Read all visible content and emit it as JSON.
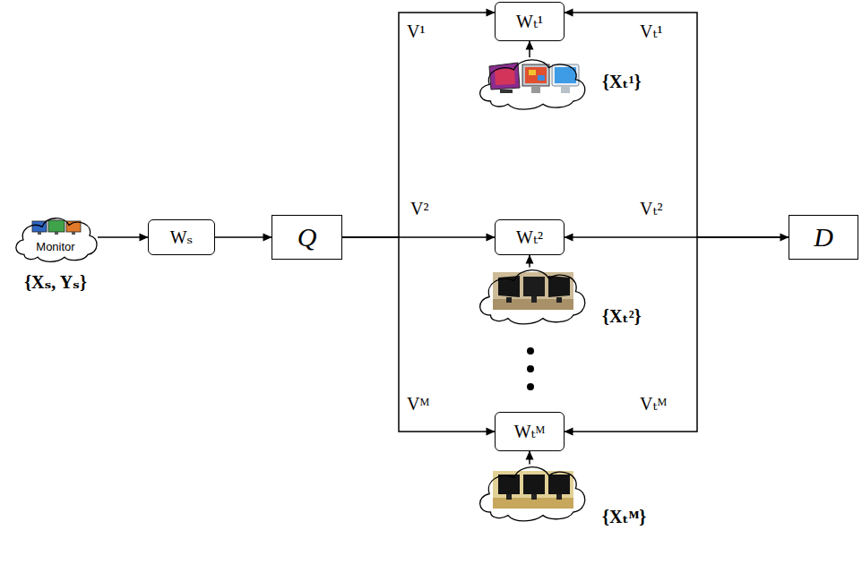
{
  "diagram": {
    "nodes": [
      {
        "text": [
          "Monitor",
          "{Xₛ, Yₛ}"
        ]
      },
      {
        "text": [
          "Wₛ"
        ]
      },
      {
        "text": [
          "Q"
        ]
      },
      {
        "text": [
          "Wₜ¹"
        ]
      },
      {
        "text": [
          "{Xₜ¹}"
        ]
      },
      {
        "text": [
          "Wₜ²"
        ]
      },
      {
        "text": [
          "{Xₜ²}"
        ]
      },
      {
        "text": [
          "Wₜᴹ"
        ]
      },
      {
        "text": [
          "{Xₜᴹ}"
        ]
      },
      {
        "text": [
          "D"
        ]
      }
    ],
    "edges": [
      {
        "from": 0,
        "to": 1,
        "arrow": "to"
      },
      {
        "from": 1,
        "to": 2,
        "arrow": "to"
      },
      {
        "from": 2,
        "to": 3,
        "label": "V¹",
        "arrow": "to"
      },
      {
        "from": 2,
        "to": 5,
        "label": "V²",
        "arrow": "to"
      },
      {
        "from": 2,
        "to": 7,
        "label": "Vᴹ",
        "arrow": "to"
      },
      {
        "from": 4,
        "to": 3,
        "arrow": "to"
      },
      {
        "from": 6,
        "to": 5,
        "arrow": "to"
      },
      {
        "from": 8,
        "to": 7,
        "arrow": "to"
      },
      {
        "from": 9,
        "to": 3,
        "label": "Vₜ¹",
        "arrow": "to"
      },
      {
        "from": 9,
        "to": 5,
        "label": "Vₜ²",
        "arrow": "both"
      },
      {
        "from": 9,
        "to": 7,
        "label": "Vₜᴹ",
        "arrow": "to"
      }
    ]
  }
}
